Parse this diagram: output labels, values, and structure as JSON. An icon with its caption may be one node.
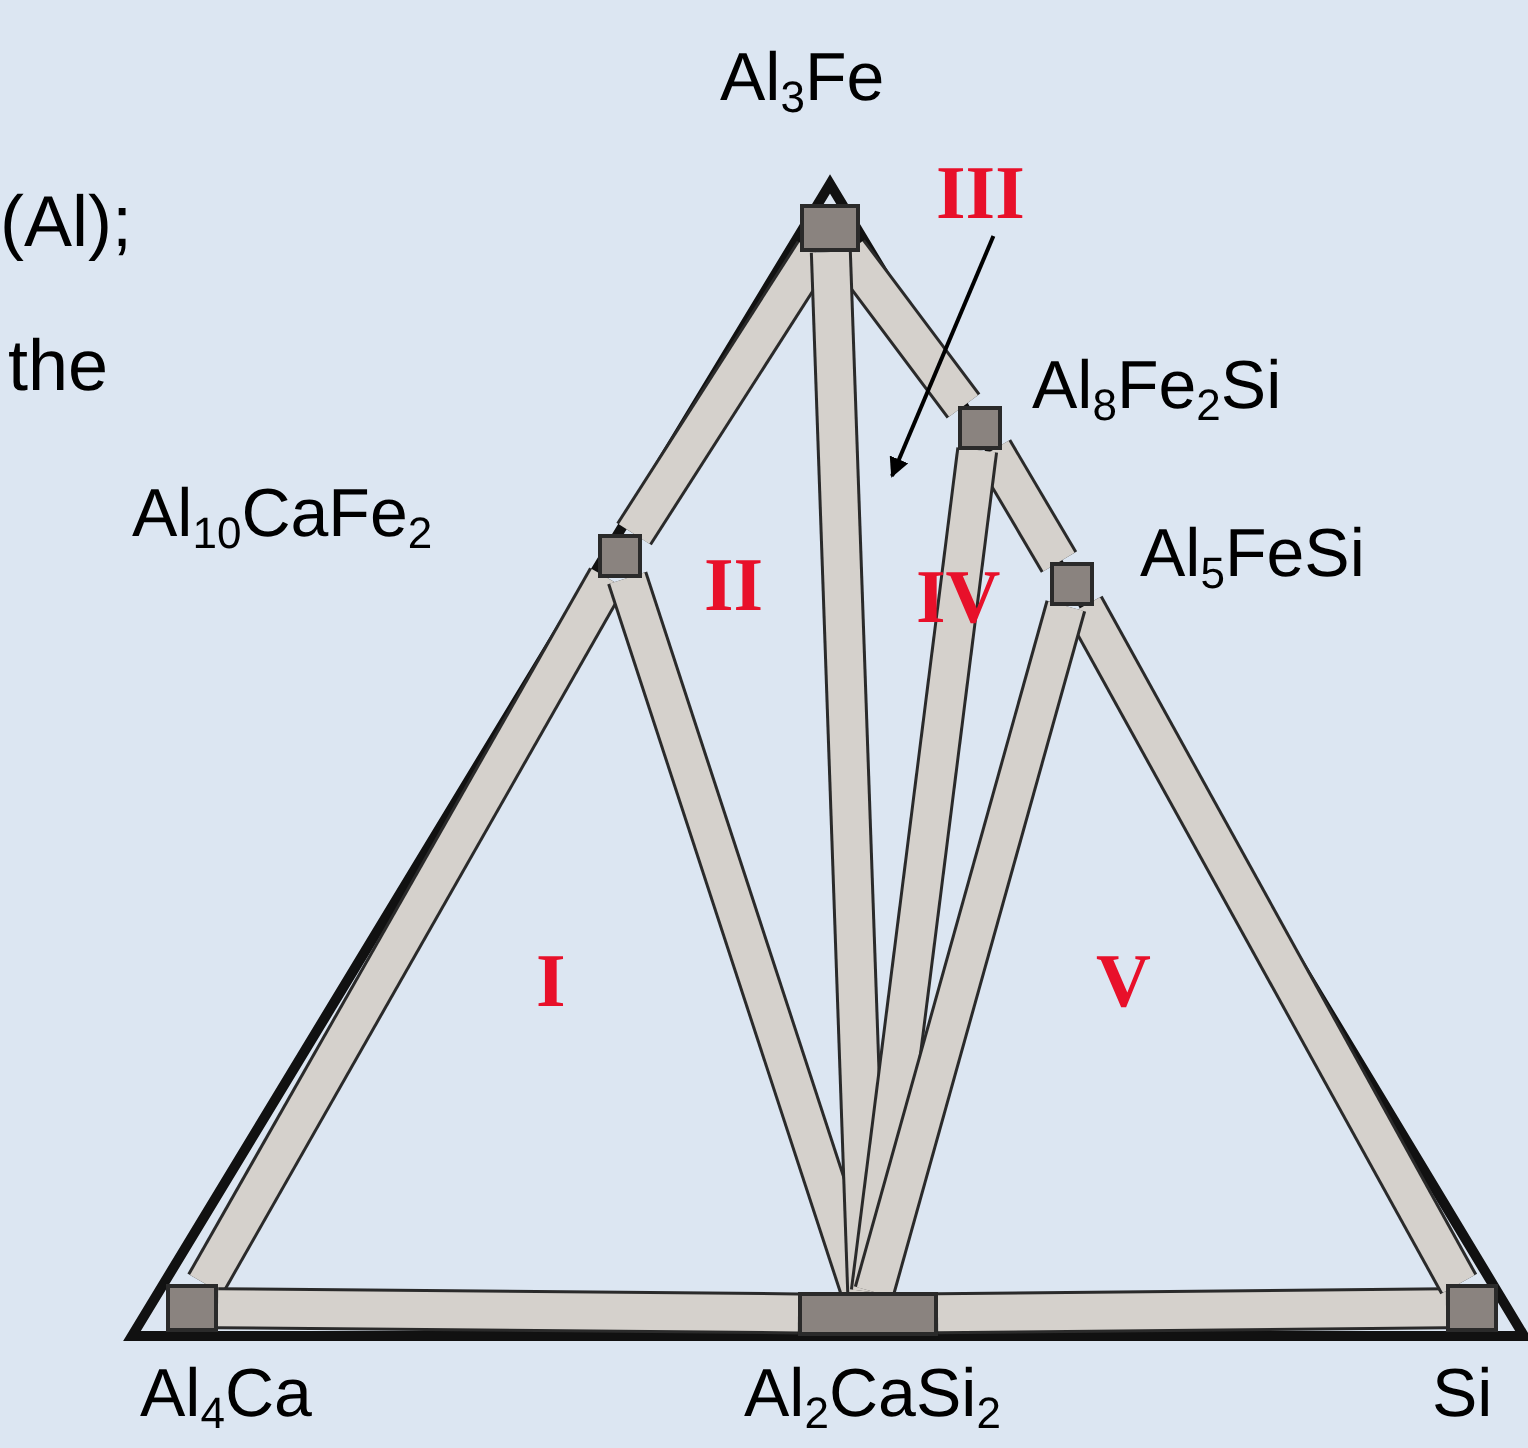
{
  "diagram": {
    "nodes": [
      {
        "text": [
          "Al$_{3}$Fe"
        ]
      },
      {
        "text": [
          "III"
        ]
      },
      {
        "text": [
          "Al$_{8}$Fe$_{2}$Si"
        ]
      },
      {
        "text": [
          "Al$_{10}$CaFe$_{2}$"
        ]
      },
      {
        "text": [
          "Al$_{5}$FeSi"
        ]
      },
      {
        "text": [
          "Al$_{4}$Ca"
        ]
      },
      {
        "text": [
          "Al$_{2}$CaSi$_{2}$"
        ]
      },
      {
        "text": [
          "Si"
        ]
      }
    ],
    "edges": [
      {
        "from": 0,
        "to": 3,
        "arrow": "none"
      },
      {
        "from": 3,
        "to": 5,
        "arrow": "none"
      },
      {
        "from": 5,
        "to": 6,
        "arrow": "none"
      },
      {
        "from": 6,
        "to": 7,
        "arrow": "none"
      },
      {
        "from": 7,
        "to": 4,
        "arrow": "none"
      },
      {
        "from": 4,
        "to": 2,
        "arrow": "none"
      },
      {
        "from": 2,
        "to": 0,
        "arrow": "none"
      },
      {
        "from": 3,
        "to": 6,
        "arrow": "none"
      },
      {
        "from": 0,
        "to": 6,
        "arrow": "none"
      },
      {
        "from": 2,
        "to": 6,
        "arrow": "none"
      },
      {
        "from": 4,
        "to": 6,
        "arrow": "none"
      },
      {
        "from": 1,
        "to": null,
        "arrow": "to"
      }
    ],
    "labels": [
      "(Al);",
      "the",
      "II",
      "IV",
      "I",
      "V"
    ]
  }
}
